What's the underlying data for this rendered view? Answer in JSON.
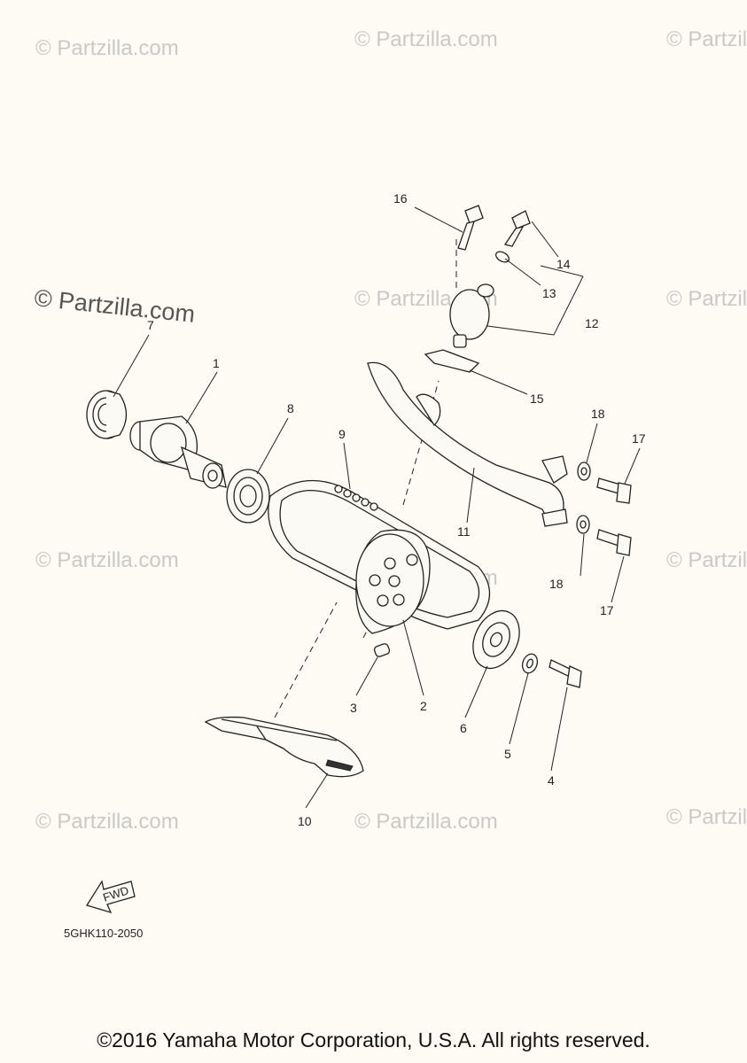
{
  "watermark": "© Partzilla.com",
  "watermark_highlight": "© Partzilla.com",
  "diagram_code": "5GHK110-2050",
  "fwd_label": "FWD",
  "copyright": "©2016 Yamaha Motor Corporation, U.S.A. All rights reserved.",
  "callouts": [
    "1",
    "2",
    "3",
    "4",
    "5",
    "6",
    "7",
    "8",
    "9",
    "10",
    "11",
    "12",
    "13",
    "14",
    "15",
    "16",
    "17",
    "17",
    "18",
    "18"
  ]
}
